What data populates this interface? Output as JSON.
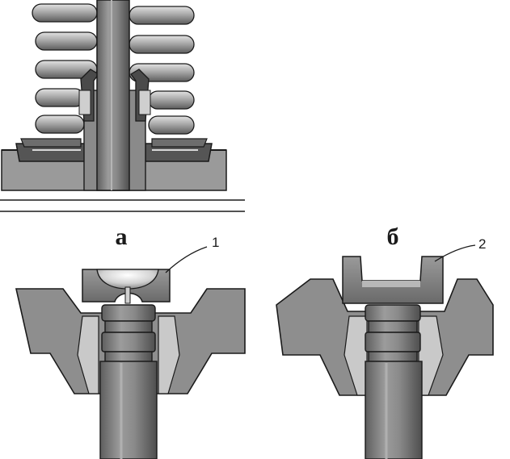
{
  "figure": {
    "top_illustration": "valve-spring-and-oil-seal",
    "panels": [
      {
        "label": "а",
        "callout": "1",
        "tool": "ball-end-pin"
      },
      {
        "label": "б",
        "callout": "2",
        "tool": "slotted-insert"
      }
    ]
  },
  "colors": {
    "background": "#ffffff",
    "head_gray": "#8e8e8e",
    "metal_gray": "#7f7f7f",
    "outline": "#1a1a1a"
  }
}
